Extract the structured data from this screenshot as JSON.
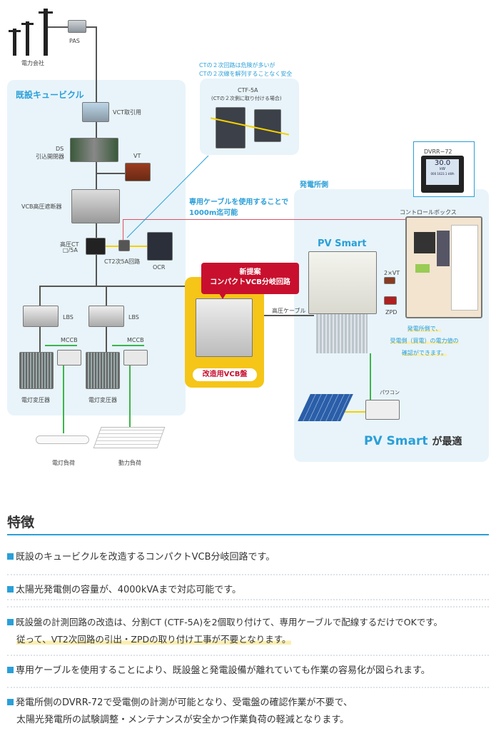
{
  "diagram": {
    "utility_label": "電力会社",
    "pas_label": "PAS",
    "existing_cubicle_title": "既設キュービクル",
    "vct_label": "VCT取引用",
    "ds_label": "DS",
    "ds_sub_label": "引込開閉器",
    "vt_label": "VT",
    "vcb_label": "VCB高圧遮断器",
    "hv_ct_label": "高圧CT",
    "hv_ct_ratio": "□/5A",
    "ct2_label": "CT2次5A回路",
    "ocr_label": "OCR",
    "lbs_labels": [
      "LBS",
      "LBS"
    ],
    "mccb_labels": [
      "MCCB",
      "MCCB"
    ],
    "transformer_labels": [
      "電灯変圧器",
      "電灯変圧器"
    ],
    "load_labels": [
      "電灯負荷",
      "動力負荷"
    ],
    "ct_note": [
      "CTの２次回路は危険が多いが",
      "CTの２次線を解列することなく安全"
    ],
    "ctf_title": "CTF-5A",
    "ctf_subtitle": "(CTの２次側に取り付ける場合)",
    "cable_note": [
      "専用ケーブルを使用することで",
      "1000m迄可能"
    ],
    "proposal_callout": [
      "新提案",
      "コンパクトVCB分岐回路"
    ],
    "vcb_panel_label": "改造用VCB盤",
    "hv_cable_label": "高圧ケーブル",
    "plant_side_title": "発電所側",
    "dvrr_label": "DVRR−72",
    "dvrr_display": [
      "30.0",
      "kW",
      "000 1623.1 kWh"
    ],
    "control_box_label": "コントロールボックス",
    "pv_brand": "PV Smart",
    "vt2_label": "2×VT",
    "zpd_label": "ZPD",
    "plant_note": [
      "発電所側で、",
      "受電側（買電）の電力値の",
      "確認ができます。"
    ],
    "pcs_label": "パワコン",
    "pv_tagline_brand": "PV Smart",
    "pv_tagline_suffix": "が最適"
  },
  "features": {
    "heading": "特徴",
    "items": [
      {
        "lines": [
          "既設のキュービクルを改造するコンパクトVCB分岐回路です。"
        ]
      },
      {
        "lines": [
          "太陽光発電側の容量が、4000kVAまで対応可能です。"
        ]
      },
      {
        "lines": [
          "既設盤の計測回路の改造は、分割CT (CTF-5A)を2個取り付けて、専用ケーブルで配線するだけでOKです。",
          "従って、VT2次回路の引出・ZPDの取り付け工事が不要となります。"
        ]
      },
      {
        "lines": [
          "専用ケーブルを使用することにより、既設盤と発電設備が離れていても作業の容易化が図られます。"
        ]
      },
      {
        "lines": [
          "発電所側のDVRR-72で受電側の計測が可能となり、受電盤の確認作業が不要で、",
          "太陽光発電所の試験調整・メンテナンスが安全かつ作業負荷の軽減となります。"
        ]
      }
    ]
  },
  "colors": {
    "accent_blue": "#2a9fd8",
    "callout_red": "#c8102e",
    "highlight_yellow": "#f5c518",
    "panel_bg": "#e8f4fa",
    "pv_pink": "#e4007f"
  }
}
